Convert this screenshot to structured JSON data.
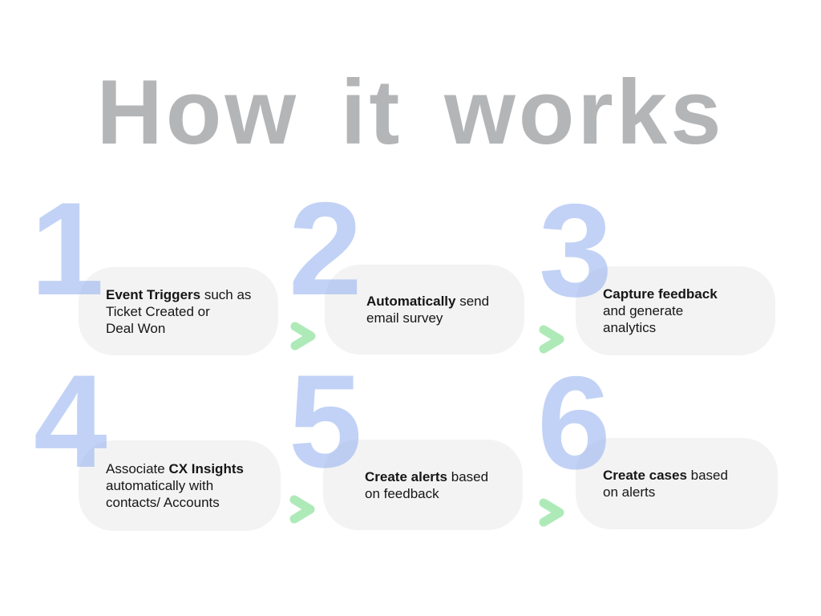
{
  "title": "How it works",
  "palette": {
    "background": "#ffffff",
    "title_gray": "#b4b5b7",
    "number_blue": "#91aff0",
    "number_opacity": "0.55",
    "card_bg": "#f3f3f4",
    "arrow_green": "#aeeab8",
    "text_dark": "#161616"
  },
  "arrow_icon": "chevron-right-icon",
  "steps": [
    {
      "number": "1",
      "lines": [
        [
          {
            "t": "Event Triggers",
            "b": true
          },
          {
            "t": " such as",
            "b": false
          }
        ],
        [
          {
            "t": "Ticket Created or",
            "b": false
          }
        ],
        [
          {
            "t": "Deal Won",
            "b": false
          }
        ]
      ]
    },
    {
      "number": "2",
      "lines": [
        [
          {
            "t": "Automatically",
            "b": true
          },
          {
            "t": " send",
            "b": false
          }
        ],
        [
          {
            "t": "email survey",
            "b": false
          }
        ]
      ]
    },
    {
      "number": "3",
      "lines": [
        [
          {
            "t": "Capture feedback",
            "b": true
          }
        ],
        [
          {
            "t": "and generate",
            "b": false
          }
        ],
        [
          {
            "t": "analytics",
            "b": false
          }
        ]
      ]
    },
    {
      "number": "4",
      "lines": [
        [
          {
            "t": "Associate ",
            "b": false
          },
          {
            "t": "CX Insights",
            "b": true
          }
        ],
        [
          {
            "t": "automatically with",
            "b": false
          }
        ],
        [
          {
            "t": "contacts/ Accounts",
            "b": false
          }
        ]
      ]
    },
    {
      "number": "5",
      "lines": [
        [
          {
            "t": "Create alerts",
            "b": true
          },
          {
            "t": " based",
            "b": false
          }
        ],
        [
          {
            "t": "on feedback",
            "b": false
          }
        ]
      ]
    },
    {
      "number": "6",
      "lines": [
        [
          {
            "t": "Create cases",
            "b": true
          },
          {
            "t": " based",
            "b": false
          }
        ],
        [
          {
            "t": "on alerts",
            "b": false
          }
        ]
      ]
    }
  ]
}
